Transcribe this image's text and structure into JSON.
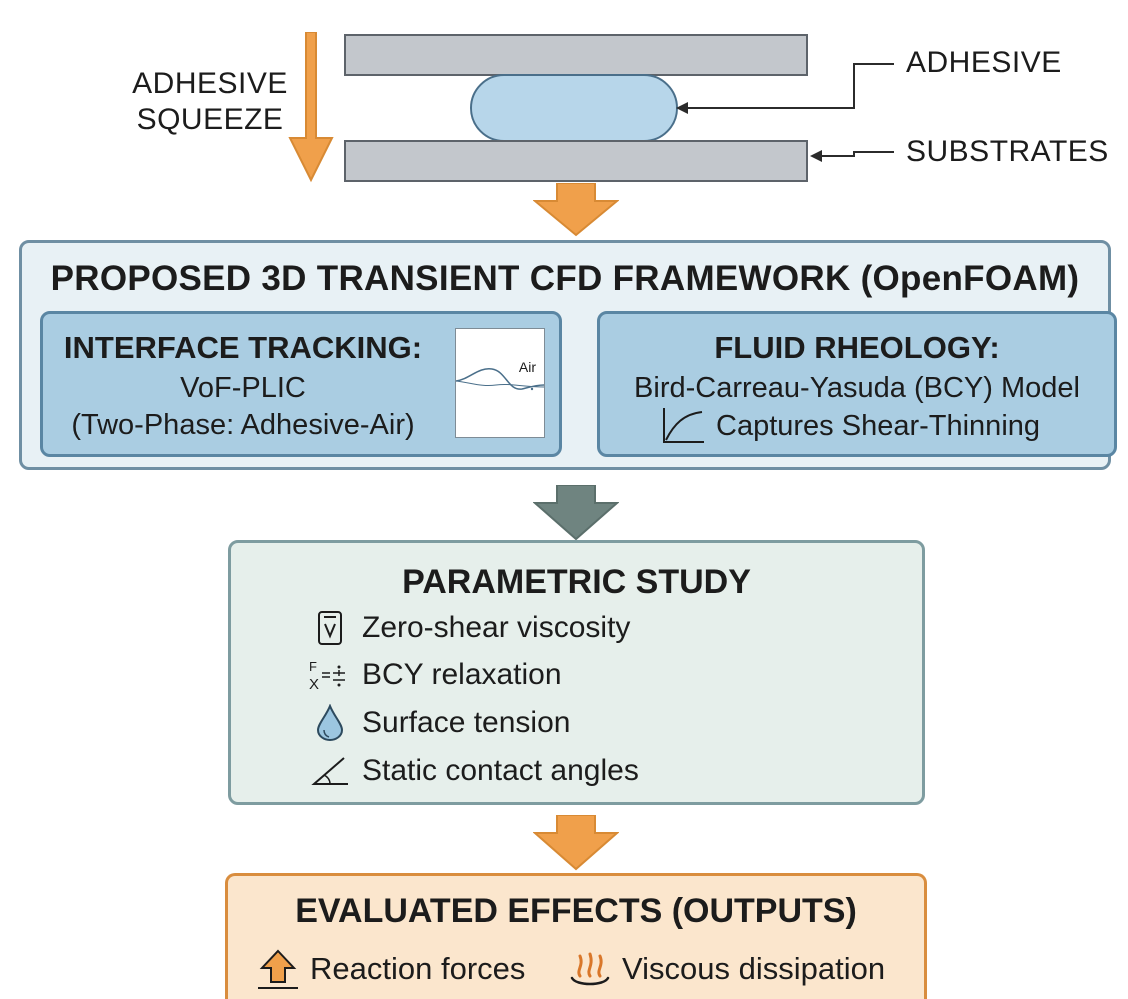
{
  "squeeze": {
    "label_line1": "ADHESIVE",
    "label_line2": "SQUEEZE"
  },
  "callouts": {
    "adhesive": "ADHESIVE",
    "substrates": "SUBSTRATES"
  },
  "framework": {
    "title": "PROPOSED 3D TRANSIENT CFD FRAMEWORK (OpenFOAM)",
    "interface": {
      "heading": "INTERFACE TRACKING:",
      "line1": "VoF-PLIC",
      "line2": "(Two-Phase: Adhesive-Air)",
      "plot_label": "Air"
    },
    "rheology": {
      "heading": "FLUID RHEOLOGY:",
      "line1": "Bird-Carreau-Yasuda (BCY) Model",
      "line2": "Captures Shear-Thinning"
    }
  },
  "parametric": {
    "title": "PARAMETRIC STUDY",
    "items": [
      {
        "icon": "viscometer-icon",
        "label": "Zero-shear viscosity"
      },
      {
        "icon": "formula-icon",
        "label": "BCY relaxation",
        "icon_text": "F\nX"
      },
      {
        "icon": "droplet-icon",
        "label": "Surface tension"
      },
      {
        "icon": "angle-icon",
        "label": "Static contact angles"
      }
    ]
  },
  "outputs": {
    "title": "EVALUATED EFFECTS (OUTPUTS)",
    "items": [
      {
        "icon": "up-arrow-icon",
        "label": "Reaction forces"
      },
      {
        "icon": "heat-icon",
        "label": "Viscous dissipation"
      }
    ]
  },
  "colors": {
    "arrow_orange": "#f0a04b",
    "arrow_gray": "#6f8480",
    "framework_bg": "#e8f1f5",
    "panel_blue": "#aacde2",
    "param_bg": "#e6efeb",
    "output_bg": "#fbe6cd"
  }
}
